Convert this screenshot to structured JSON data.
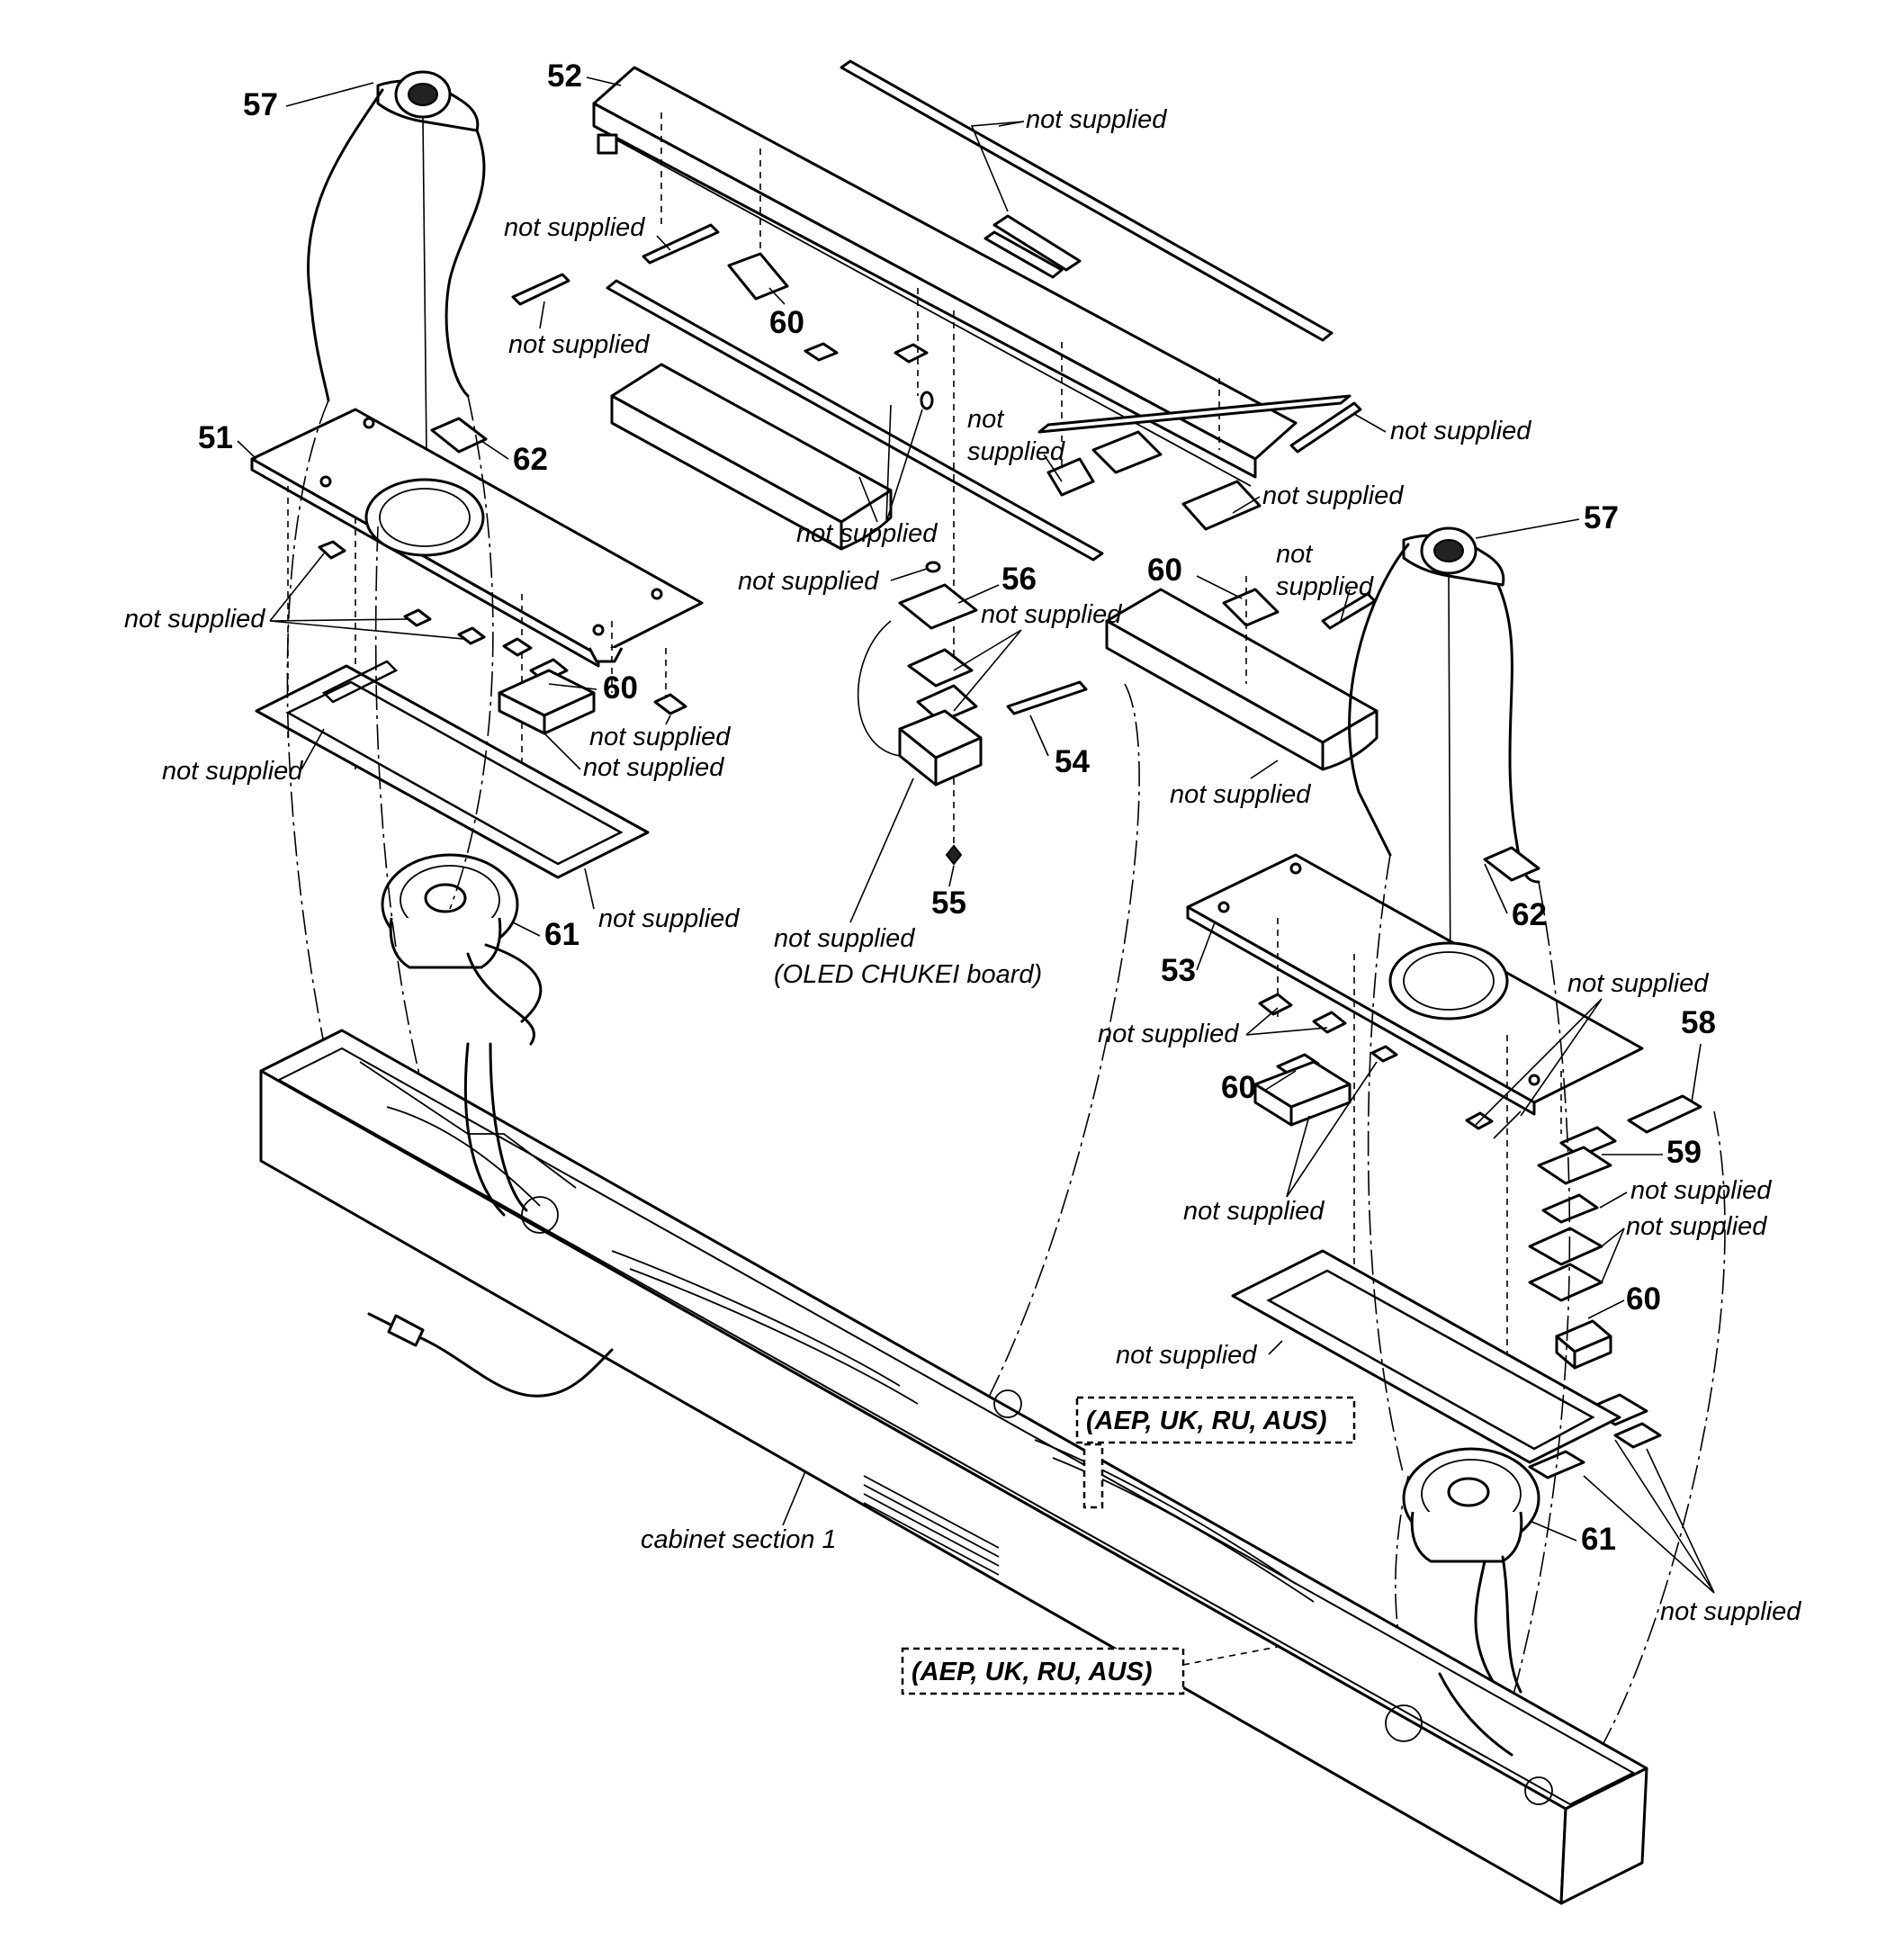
{
  "part_numbers": {
    "p51": "51",
    "p52": "52",
    "p53": "53",
    "p54": "54",
    "p55": "55",
    "p56": "56",
    "p57_left": "57",
    "p57_right": "57",
    "p58": "58",
    "p59": "59",
    "p60_a": "60",
    "p60_b": "60",
    "p60_c": "60",
    "p60_d": "60",
    "p60_e": "60",
    "p61_left": "61",
    "p61_right": "61",
    "p62_left": "62",
    "p62_right": "62"
  },
  "notes": {
    "not_supplied": "not supplied",
    "not_supplied_line1": "not",
    "not_supplied_line2": "supplied",
    "oled_board": "(OLED CHUKEI board)",
    "cabinet": "cabinet section 1"
  },
  "regions": {
    "upper": "(AEP, UK, RU, AUS)",
    "lower": "(AEP, UK, RU, AUS)"
  }
}
